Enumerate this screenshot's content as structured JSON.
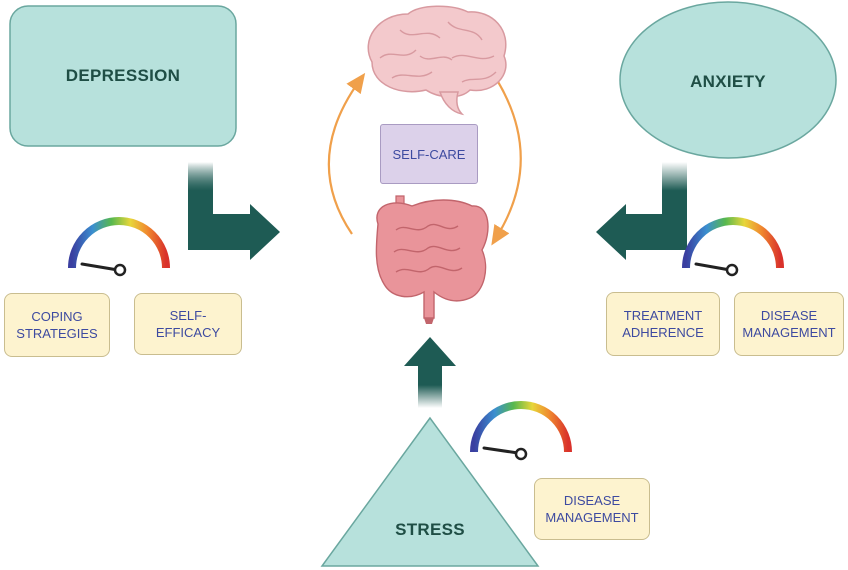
{
  "nodes": {
    "depression": "DEPRESSION",
    "anxiety": "ANXIETY",
    "stress": "STRESS",
    "self_care": "SELF-CARE"
  },
  "factors": {
    "depression": [
      {
        "line1": "COPING",
        "line2": "STRATEGIES"
      },
      {
        "line1": "SELF-",
        "line2": "EFFICACY"
      }
    ],
    "anxiety": [
      {
        "line1": "TREATMENT",
        "line2": "ADHERENCE"
      },
      {
        "line1": "DISEASE",
        "line2": "MANAGEMENT"
      }
    ],
    "stress": [
      {
        "line1": "DISEASE",
        "line2": "MANAGEMENT"
      }
    ]
  },
  "icons": [
    "brain-icon",
    "gut-icon",
    "gauge-icon",
    "cycle-arrow-icon",
    "arrow-icon"
  ],
  "colors": {
    "node_fill": "#b7e1dc",
    "node_stroke": "#6aa79f",
    "node_text": "#1f4e45",
    "arrow_teal": "#1e5b54",
    "cycle_arrow": "#f0a04b",
    "factor_fill": "#fdf3cf",
    "factor_text": "#3d4aa0",
    "self_care_fill": "#dcd1ea",
    "brain_fill": "#f3c9cc",
    "gut_fill": "#e9949a"
  }
}
